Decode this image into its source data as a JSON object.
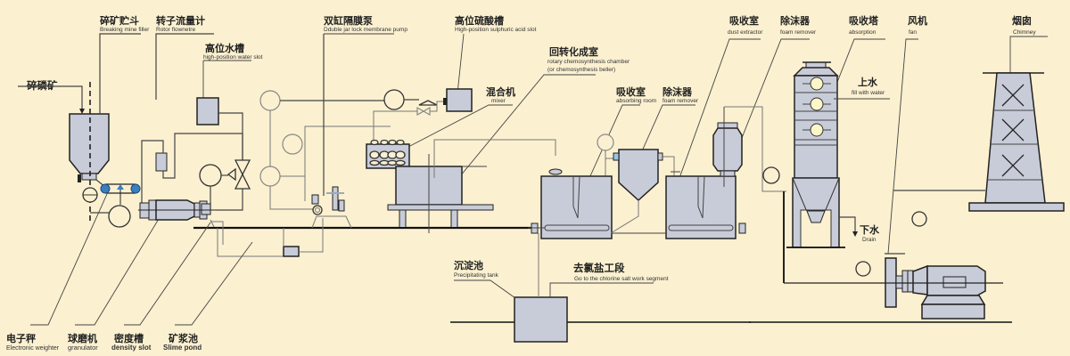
{
  "title": "Phosphate ore processing flow diagram",
  "colors": {
    "background": "#fbf0d0",
    "equipment_fill": "#c8ccd8",
    "line": "#222222",
    "accent_blue": "#3a7fc0"
  },
  "input": {
    "zh": "碎磷矿"
  },
  "labels": {
    "breaking_mine_filler": {
      "zh": "碎矿贮斗",
      "en": "Breaking mine filler"
    },
    "rotor_flowmeter": {
      "zh": "转子流量计",
      "en": "Rotor flownetre"
    },
    "high_water_slot": {
      "zh": "高位水槽",
      "en": "high-position water slot"
    },
    "membrane_pump": {
      "zh": "双缸隔膜泵",
      "en": "Dduble jar lock membrane pump"
    },
    "sulphuric_acid_slot": {
      "zh": "高位硫酸槽",
      "en": "High-position sulphuric acid slot"
    },
    "mixer": {
      "zh": "混合机",
      "en": "mixer"
    },
    "rotary_chamber": {
      "zh": "回转化成室",
      "en": "rotary chemosynthesis chamber",
      "en2": "(or chemosynthesis beller)"
    },
    "absorbing_room": {
      "zh": "吸收室",
      "en": "absorbing room"
    },
    "foam_remover_1": {
      "zh": "除沫器",
      "en": "foam remover"
    },
    "dust_extractor": {
      "zh": "吸收室",
      "en": "dust extractor"
    },
    "foam_remover_2": {
      "zh": "除沫器",
      "en": "foam remover"
    },
    "absorption": {
      "zh": "吸收塔",
      "en": "absorption"
    },
    "fan": {
      "zh": "风机",
      "en": "fan"
    },
    "chimney": {
      "zh": "烟囱",
      "en": "Chimney"
    },
    "fill_water": {
      "zh": "上水",
      "en": "fill with water"
    },
    "drain": {
      "zh": "下水",
      "en": "Drain"
    },
    "precipitating_tank": {
      "zh": "沉淀池",
      "en": "Precipitating tank"
    },
    "chlorine_segment": {
      "zh": "去氯盐工段",
      "en": "Go to the chlorine salt work segment"
    }
  },
  "bottom_labels": [
    {
      "zh": "电子秤",
      "en": "Electronic weighter"
    },
    {
      "zh": "球磨机",
      "en": "granulator"
    },
    {
      "zh": "密度槽",
      "en": "density slot"
    },
    {
      "zh": "矿浆池",
      "en": "Slime pond"
    }
  ]
}
